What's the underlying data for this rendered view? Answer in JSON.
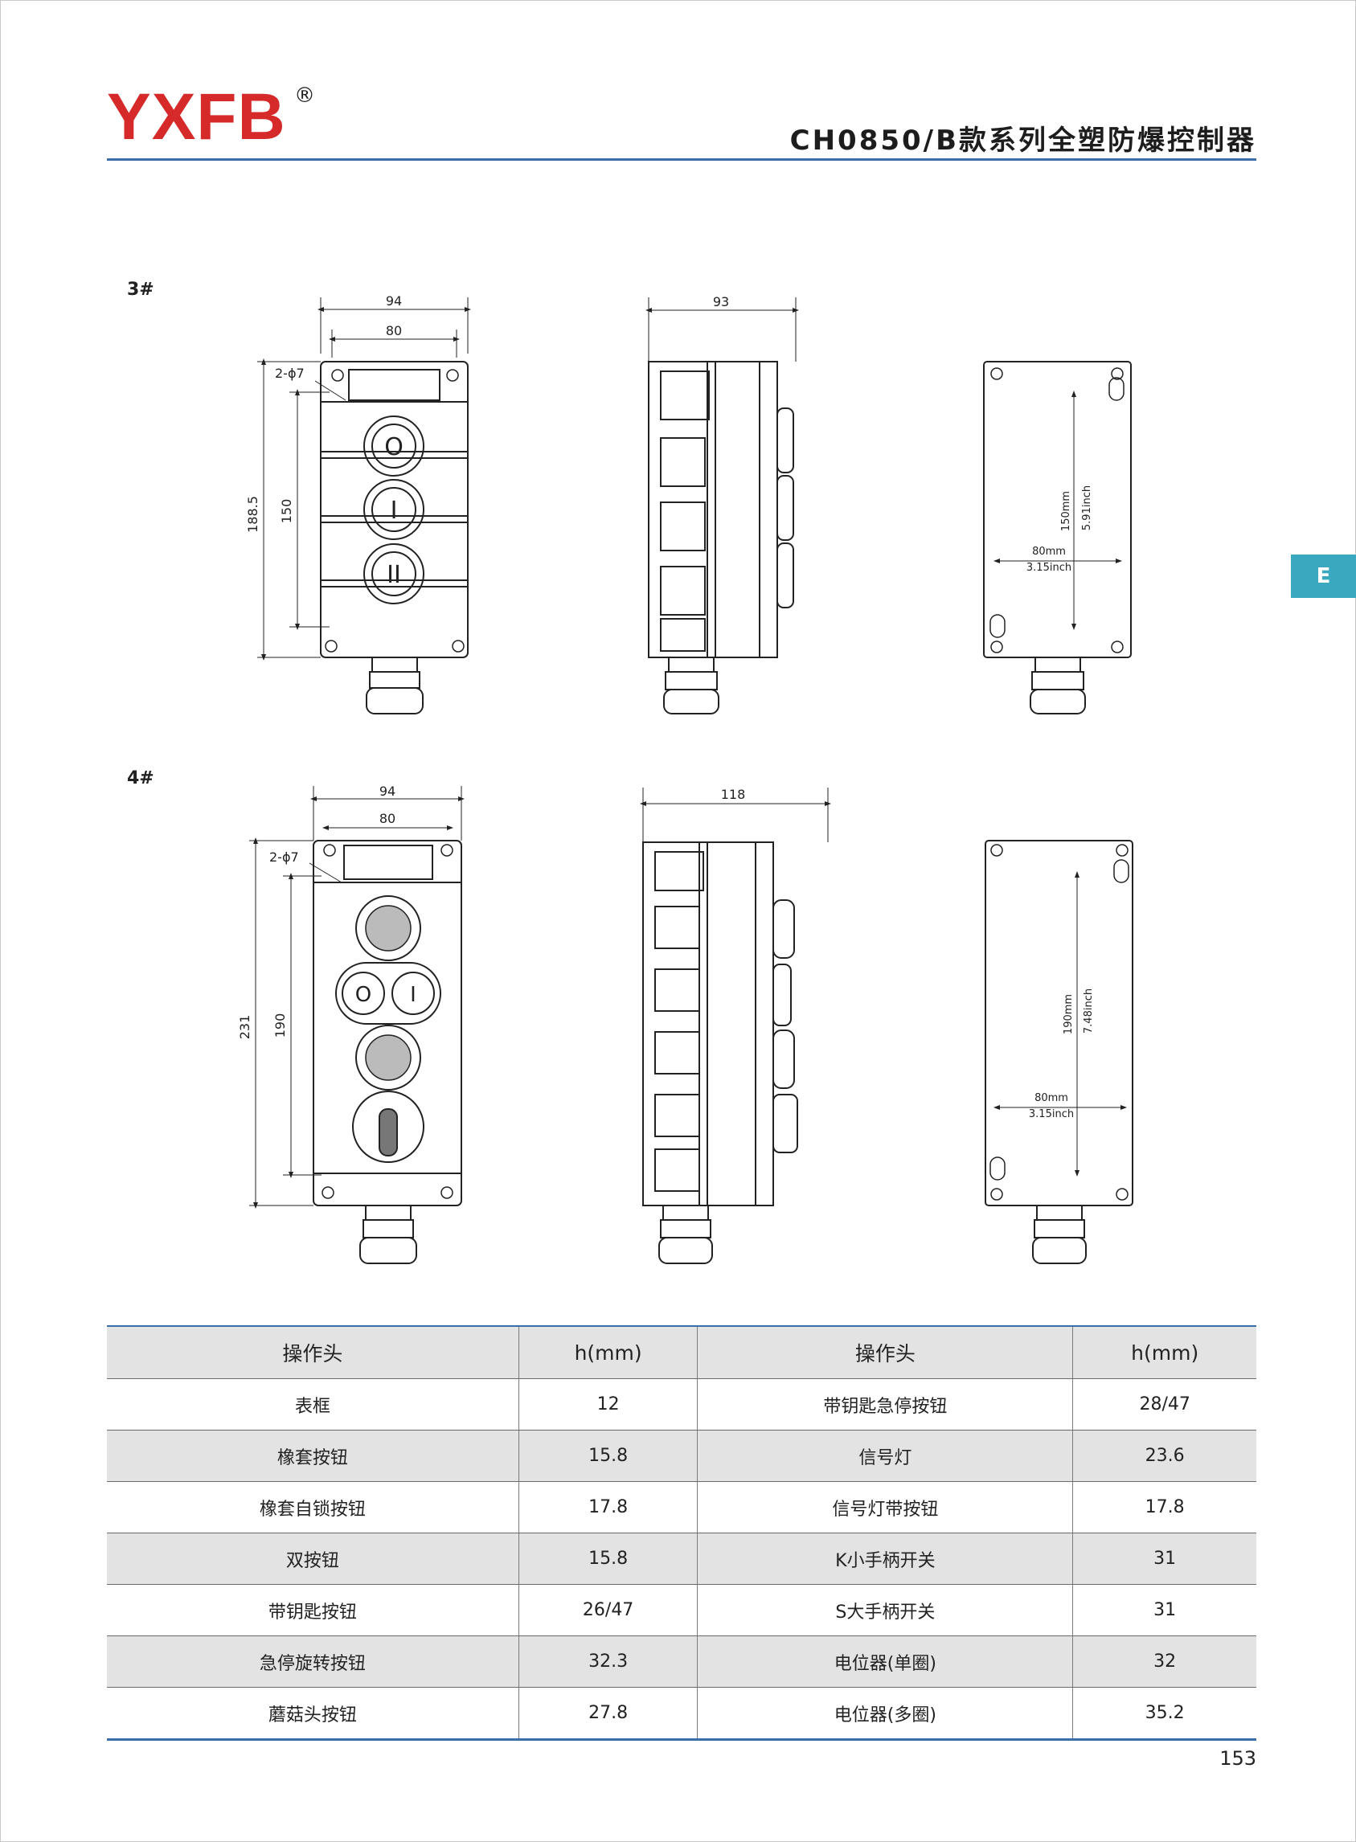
{
  "header": {
    "brand": "YXFB",
    "registered": "®",
    "title": "CH0850/B款系列全塑防爆控制器"
  },
  "side_tab": "E",
  "section_3": {
    "label": "3#",
    "front": {
      "width_outer": "94",
      "width_inner": "80",
      "holes": "2-ϕ7",
      "height_outer": "188.5",
      "height_inner": "150",
      "buttons": [
        "O",
        "I",
        "II"
      ]
    },
    "side": {
      "depth": "93"
    },
    "back": {
      "height_mm": "150mm",
      "height_inch": "5.91inch",
      "width_mm": "80mm",
      "width_inch": "3.15inch"
    }
  },
  "section_4": {
    "label": "4#",
    "front": {
      "width_outer": "94",
      "width_inner": "80",
      "holes": "2-ϕ7",
      "height_outer": "231",
      "height_inner": "190",
      "buttons": [
        "O",
        "I"
      ]
    },
    "side": {
      "depth": "118"
    },
    "back": {
      "height_mm": "190mm",
      "height_inch": "7.48inch",
      "width_mm": "80mm",
      "width_inch": "3.15inch"
    }
  },
  "table": {
    "headers": [
      "操作头",
      "h(mm)",
      "操作头",
      "h(mm)"
    ],
    "rows": [
      [
        "表框",
        "12",
        "带钥匙急停按钮",
        "28/47"
      ],
      [
        "橡套按钮",
        "15.8",
        "信号灯",
        "23.6"
      ],
      [
        "橡套自锁按钮",
        "17.8",
        "信号灯带按钮",
        "17.8"
      ],
      [
        "双按钮",
        "15.8",
        "K小手柄开关",
        "31"
      ],
      [
        "带钥匙按钮",
        "26/47",
        "S大手柄开关",
        "31"
      ],
      [
        "急停旋转按钮",
        "32.3",
        "电位器(单圈)",
        "32"
      ],
      [
        "蘑菇头按钮",
        "27.8",
        "电位器(多圈)",
        "35.2"
      ]
    ]
  },
  "page_number": "153"
}
